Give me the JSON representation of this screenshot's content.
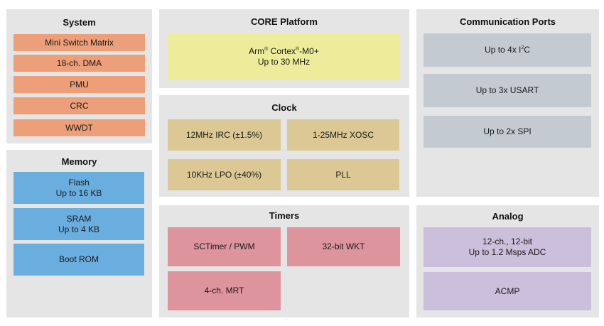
{
  "system": {
    "title": "System",
    "items": [
      "Mini Switch Matrix",
      "18-ch. DMA",
      "PMU",
      "CRC",
      "WWDT"
    ]
  },
  "memory": {
    "title": "Memory",
    "flash": {
      "line1": "Flash",
      "line2": "Up to 16 KB"
    },
    "sram": {
      "line1": "SRAM",
      "line2": "Up to 4 KB"
    },
    "boot_rom": "Boot ROM"
  },
  "core": {
    "title": "CORE Platform",
    "cpu": {
      "brand": "Arm",
      "mark1": "®",
      "name": " Cortex",
      "mark2": "®",
      "model": "-M0+",
      "speed": "Up to 30 MHz"
    }
  },
  "clock": {
    "title": "Clock",
    "items": [
      "12MHz IRC (±1.5%)",
      "1-25MHz XOSC",
      "10KHz LPO (±40%)",
      "PLL"
    ]
  },
  "timers": {
    "title": "Timers",
    "items": [
      "SCTimer / PWM",
      "32-bit WKT",
      "4-ch. MRT"
    ]
  },
  "comm": {
    "title": "Communication Ports",
    "i2c": {
      "pre": "Up to 4x I",
      "sup": "2",
      "post": "C"
    },
    "usart": "Up to 3x USART",
    "spi": "Up to 2x SPI"
  },
  "analog": {
    "title": "Analog",
    "adc": {
      "line1": "12-ch., 12-bit",
      "line2": "Up to 1.2 Msps ADC"
    },
    "acmp": "ACMP"
  },
  "colors": {
    "panel_bg": "#e5e5e5",
    "system": "#ec9f78",
    "memory": "#6aaedf",
    "core": "#ecec9a",
    "clock": "#dcc894",
    "timers": "#dd949c",
    "comm": "#c3cad2",
    "analog": "#cbbfdb"
  }
}
